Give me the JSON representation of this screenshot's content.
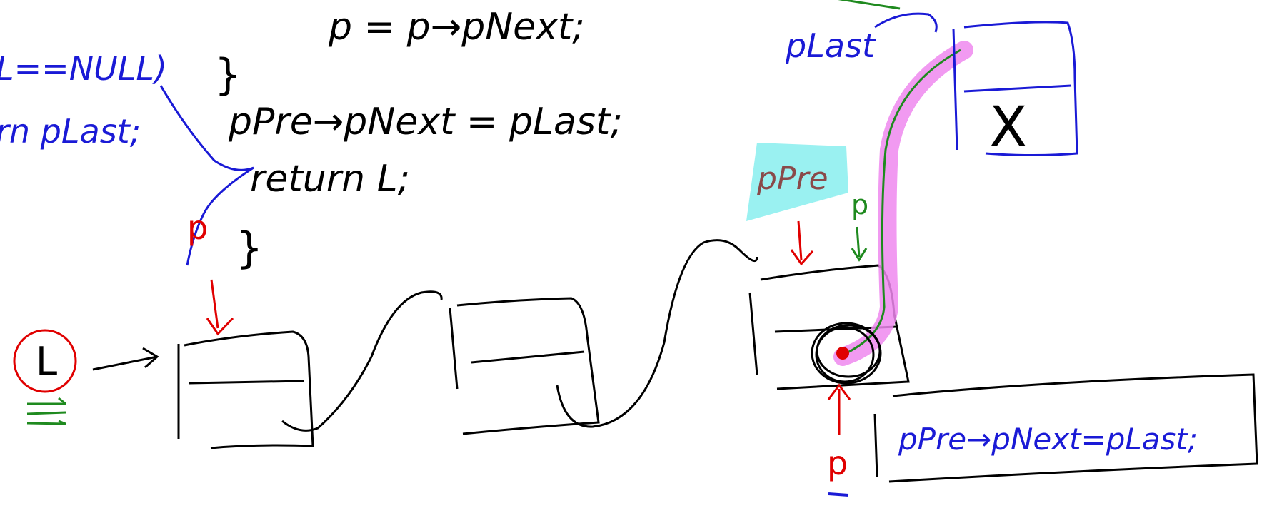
{
  "colors": {
    "ink": "#000000",
    "blue": "#1a1ad6",
    "red": "#e00000",
    "green": "#1f8a1f",
    "magenta": "#ee88ee",
    "cyan": "#88eeee",
    "brown": "#8a4a4a"
  },
  "code": {
    "line_top": "p = p→pNext;",
    "brace_close_1": "}",
    "line_assign": "pPre→pNext = pLast;",
    "line_return": "return L;",
    "brace_close_2": "}"
  },
  "left_note": {
    "condition": "L==NULL)",
    "return_stmt": "rn pLast;"
  },
  "labels": {
    "head": "L",
    "p_left": "p",
    "p_bottom": "p",
    "ppre": "pPre",
    "p_green": "p",
    "plast": "pLast",
    "x_mark": "X"
  },
  "boxed_statement": "pPre→pNext=pLast;"
}
